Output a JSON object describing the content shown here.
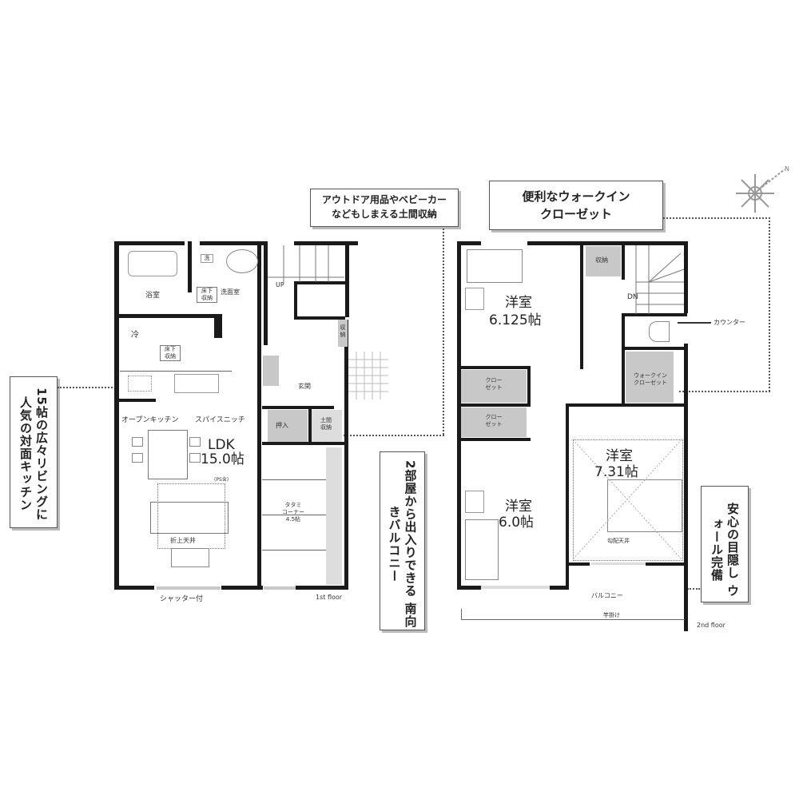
{
  "callouts": {
    "doma_storage": [
      "アウトドア用品やベビーカー",
      "などもしまえる土間収納"
    ],
    "walkin_closet": [
      "便利なウォークイン",
      "クローゼット"
    ],
    "kitchen": [
      "15帖の広々リビングに",
      "人気の対面キッチン"
    ],
    "balcony": [
      "2部屋から出入りできる",
      "南向きバルコニー"
    ],
    "wall": [
      "安心の目隠し",
      "ウォール完備"
    ]
  },
  "floor1": {
    "label": "1st floor",
    "rooms": {
      "bath": "浴室",
      "wash": "洗",
      "washroom": "洗面室",
      "underfloor_storage_1": [
        "床下",
        "収納"
      ],
      "fridge": "冷",
      "underfloor_storage_2": [
        "床下",
        "収納"
      ],
      "stairs_up": "UP",
      "storage": [
        "収",
        "納"
      ],
      "entrance": "玄関",
      "oshiire": "押入",
      "doma_storage": [
        "土間",
        "収納"
      ],
      "open_kitchen": "オープンキッチン",
      "spice_niche": "スパイスニッチ",
      "ldk_name": "LDK",
      "ldk_size": "15.0帖",
      "ldk_note": "(PS含)",
      "ceiling": "折上天井",
      "tatami": [
        "タタミ",
        "コーナー",
        "4.5帖"
      ],
      "shutter": "シャッター付"
    }
  },
  "floor2": {
    "label": "2nd floor",
    "rooms": {
      "room1_name": "洋室",
      "room1_size": "6.125帖",
      "storage": "収納",
      "stairs_down": "DN",
      "counter": "カウンター",
      "closet1": [
        "クロー",
        "ゼット"
      ],
      "closet2": [
        "クロー",
        "ゼット"
      ],
      "walkin": [
        "ウォークイン",
        "クローゼット"
      ],
      "room2_name": "洋室",
      "room2_size": "6.0帖",
      "room3_name": "洋室",
      "room3_size": "7.31帖",
      "sloped_ceiling": "勾配天井",
      "balcony": "バルコニー",
      "drying_rail": "竿掛け"
    }
  },
  "compass": {
    "icon": "compass-icon",
    "north": "N"
  }
}
